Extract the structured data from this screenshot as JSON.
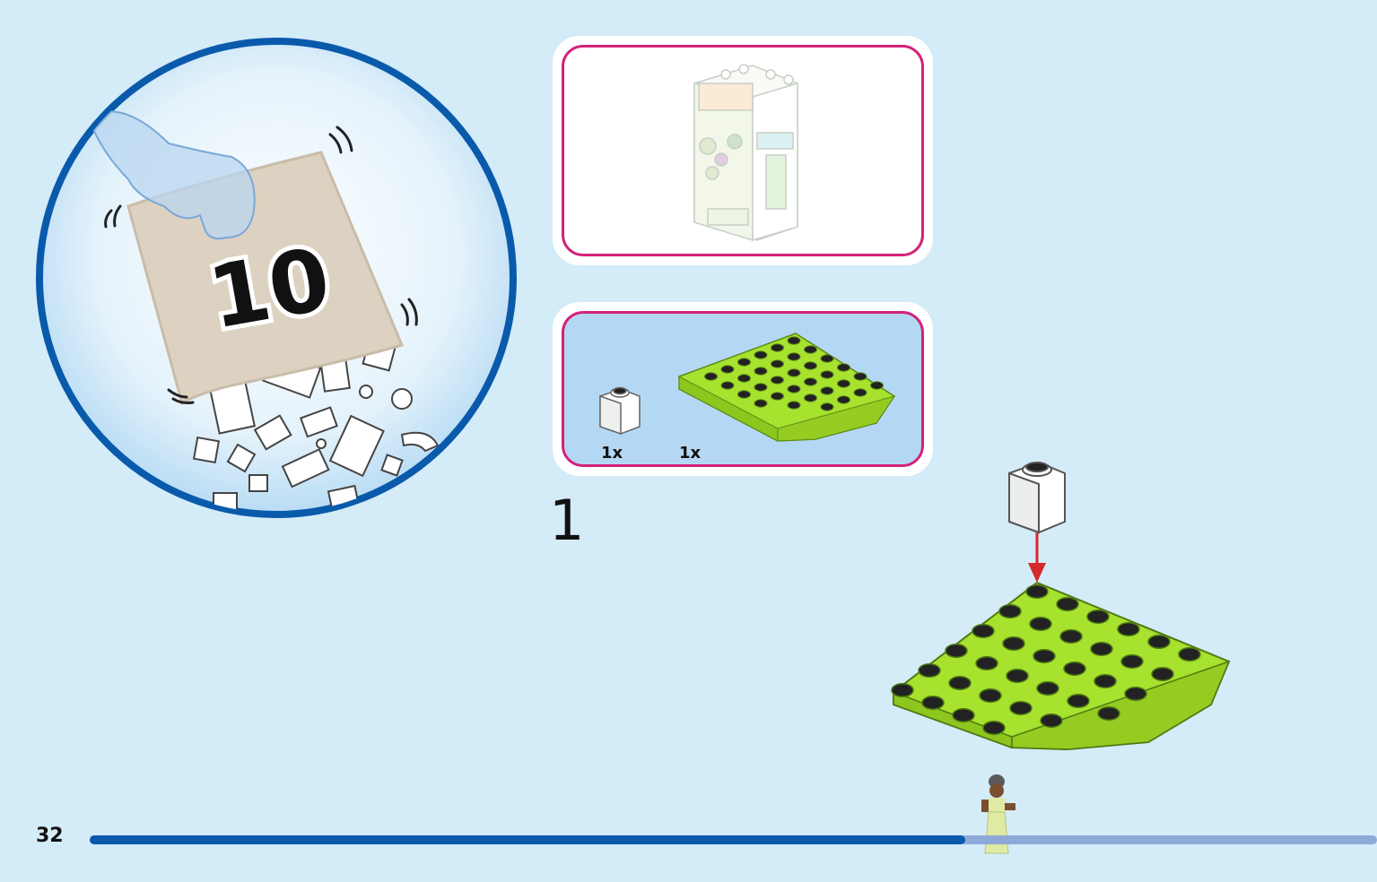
{
  "page": {
    "number": "32"
  },
  "bag": {
    "number": "10"
  },
  "parts_list": [
    {
      "name": "white-brick-1x1",
      "qty": "1x"
    },
    {
      "name": "lime-round-corner-plate",
      "qty": "1x"
    }
  ],
  "step": {
    "number": "1"
  },
  "progress": {
    "fraction": 0.68
  },
  "colors": {
    "background": "#d4ebf8",
    "bubble_ring": "#0a5aac",
    "panel_border": "#d4217a",
    "parts_bg": "#b4d8f3",
    "lime": "#a6e22e",
    "progress_done": "#0a5aac",
    "progress_todo": "#8ea8d8",
    "arrow": "#d42a2a"
  }
}
